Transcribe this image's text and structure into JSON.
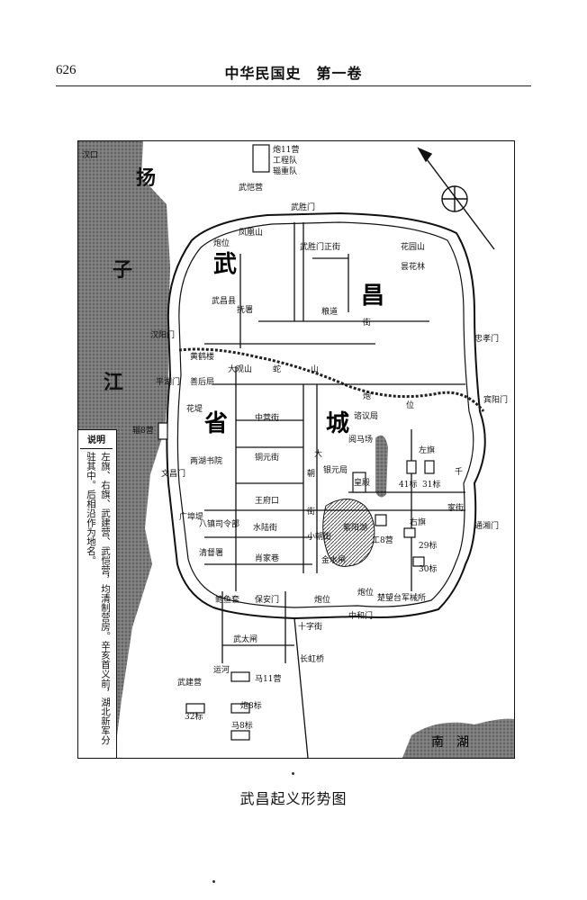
{
  "header": {
    "page_number": "626",
    "book_title": "中华民国史　第一卷"
  },
  "caption": "武昌起义形势图",
  "legend": {
    "title": "说明",
    "text": "左旗、右旗、武建营、武恺营，均清制营房。辛亥首义前，湖北新军分驻其中。后相沿作为地名。"
  },
  "map": {
    "big_labels": {
      "yangzi_1": "扬",
      "yangzi_2": "子",
      "yangzi_3": "江",
      "wu": "武",
      "chang": "昌",
      "sheng": "省",
      "cheng": "城",
      "nanhu": "南",
      "nanhu_2": "湖"
    },
    "labels": {
      "hankou": "汉口",
      "pao11": "炮11营",
      "gongcheng": "工程队",
      "zizhong": "辎重队",
      "wukai": "武恺营",
      "wushengmen": "武胜门",
      "fenghuang": "凤凰山",
      "paowei1": "炮位",
      "huayuan": "花园山",
      "tanhua": "昙花林",
      "wuchangxian": "武昌县",
      "fushu": "抚署",
      "liangdao": "粮道",
      "jie1": "街",
      "wusheng_street": "武胜门正街",
      "hanyangmen": "汉阳门",
      "zhonghemen_label": "忠孝门",
      "huanghelou": "黄鹤楼",
      "dagui": "大观山",
      "she": "蛇",
      "shan": "山",
      "shanhouju": "善后局",
      "pao_wei2": "炮",
      "wei": "位",
      "ziyiju": "谘议局",
      "pingximen": "平湖门",
      "binyangmen": "宾阳门",
      "huadi": "花堤",
      "zhongying": "中营街",
      "tongyuan": "铜元街",
      "yuemachang": "阅马场",
      "zuoqi": "左旗",
      "b41": "41标",
      "b31": "31标",
      "qian": "千",
      "liangshu": "两湖书院",
      "da": "大",
      "yinyuan": "银元局",
      "huangdian": "皇殿",
      "chao": "朝",
      "jie2": "街",
      "b_huo8": "辎8营",
      "wenchangmen": "文昌门",
      "guangshu": "广埠堤",
      "wangfukou": "王府口",
      "baqi": "八镇司令部",
      "shuilu": "水陆街",
      "xiaochaojie": "小朝街",
      "ziyang": "紫阳湖",
      "gong8": "工8营",
      "youqi": "右旗",
      "b29": "29标",
      "b30": "30标",
      "tongxiangmen": "通湘门",
      "jiajie": "家街",
      "qingdushu": "清督署",
      "xiaojia": "肖家巷",
      "jinshuizha": "金水闸",
      "paowei3": "炮位",
      "paowei4": "炮位",
      "chuwangtai": "楚望台军械所",
      "zhonghemen": "中和门",
      "shengxiang": "鲍鱼套",
      "baoanmen": "保安门",
      "wutaizha": "武太闸",
      "shizi": "十字街",
      "changhong": "长虹桥",
      "yunhe": "运河",
      "wujian": "武建营",
      "b32": "32标",
      "ma11": "马11营",
      "pao8": "炮8标",
      "ma8": "马8标"
    }
  }
}
